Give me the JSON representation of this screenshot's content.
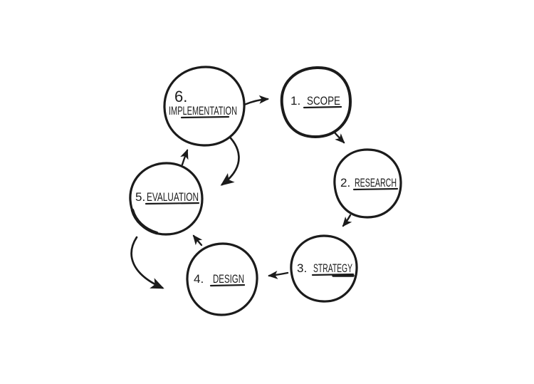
{
  "diagram": {
    "kind": "hand-drawn-process-cycle",
    "background_color": "#ffffff",
    "ink_color": "#1b1b1b",
    "accent_color": "#f1a912",
    "steps": [
      {
        "number": "1.",
        "label": "SCOPE",
        "highlighted": true
      },
      {
        "number": "2.",
        "label": "RESEARCH",
        "highlighted": false
      },
      {
        "number": "3.",
        "label": "STRATEGY",
        "highlighted": false
      },
      {
        "number": "4.",
        "label": "DESIGN",
        "highlighted": false
      },
      {
        "number": "5.",
        "label": "EVALUATION",
        "highlighted": false
      },
      {
        "number": "6.",
        "label": "IMPLEMENTATION",
        "highlighted": false
      }
    ],
    "arrows": [
      {
        "from": "implementation",
        "to": "scope",
        "style": "straight"
      },
      {
        "from": "scope",
        "to": "research",
        "style": "straight"
      },
      {
        "from": "research",
        "to": "strategy",
        "style": "straight"
      },
      {
        "from": "strategy",
        "to": "design",
        "style": "straight"
      },
      {
        "from": "design",
        "to": "evaluation",
        "style": "straight"
      },
      {
        "from": "evaluation",
        "to": "implementation",
        "style": "straight"
      },
      {
        "from": "implementation",
        "to": "evaluation",
        "style": "curved"
      },
      {
        "from": "evaluation",
        "to": "design",
        "style": "curved"
      }
    ]
  }
}
